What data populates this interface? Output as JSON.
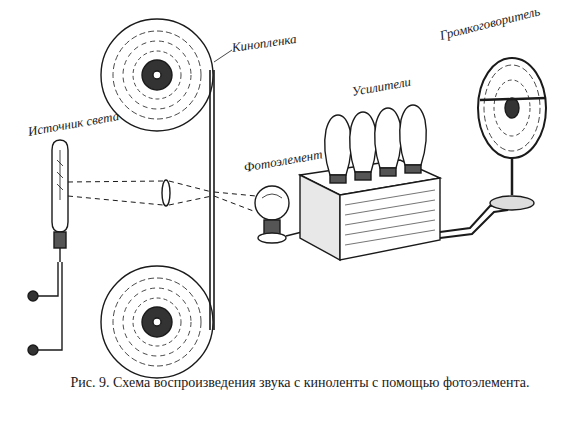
{
  "diagram": {
    "caption": "Рис. 9. Схема воспроизведения звука с киноленты с помощью фотоэлемента.",
    "labels": [
      "Громкоговоритель",
      "Кинопленка",
      "Усилители",
      "Источник света",
      "Фотоэлемент"
    ]
  }
}
